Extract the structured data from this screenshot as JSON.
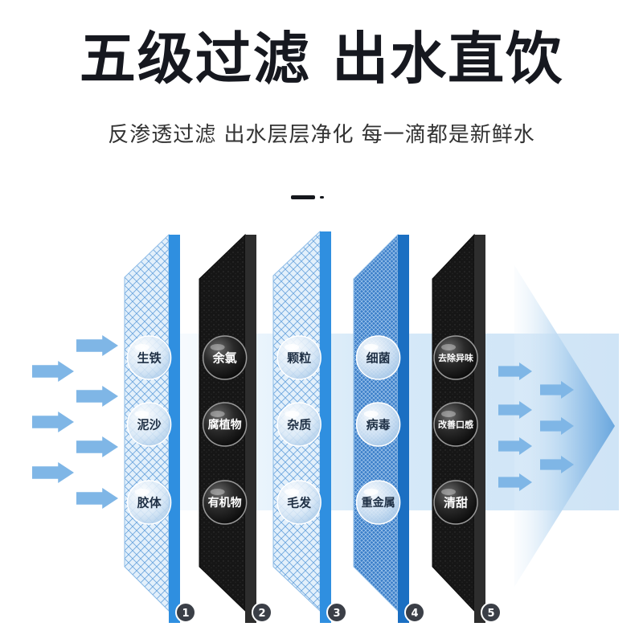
{
  "header": {
    "title": "五级过滤 出水直饮",
    "subtitle": "反渗透过滤 出水层层净化 每一滴都是新鲜水"
  },
  "colors": {
    "blue": "#2f8fe0",
    "dark_blue": "#1b6fc2",
    "black": "#1a1a1a",
    "light_blue": "#cfe4f6",
    "arrow": "#7fb6e6"
  },
  "layers": [
    {
      "number": "1",
      "style": "mesh-light",
      "labels": [
        "生铁",
        "泥沙",
        "胶体"
      ]
    },
    {
      "number": "2",
      "style": "carbon",
      "labels": [
        "余氯",
        "腐植物",
        "有机物"
      ]
    },
    {
      "number": "3",
      "style": "mesh-light",
      "labels": [
        "颗粒",
        "杂质",
        "毛发"
      ]
    },
    {
      "number": "4",
      "style": "mesh-blue",
      "labels": [
        "细菌",
        "病毒",
        "重金属"
      ]
    },
    {
      "number": "5",
      "style": "carbon",
      "labels": [
        "去除异味",
        "改善口感",
        "清甜"
      ]
    }
  ]
}
